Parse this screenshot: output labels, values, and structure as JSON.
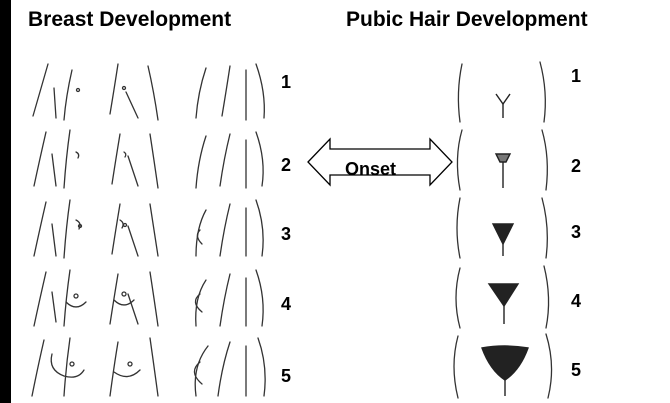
{
  "titles": {
    "breast": "Breast Development",
    "pubic": "Pubic Hair Development"
  },
  "onset_label": "Onset",
  "breast_stages": [
    "1",
    "2",
    "3",
    "4",
    "5"
  ],
  "pubic_stages": [
    "1",
    "2",
    "3",
    "4",
    "5"
  ],
  "colors": {
    "ink": "#000000",
    "sketch": "#333333",
    "background": "#ffffff"
  }
}
